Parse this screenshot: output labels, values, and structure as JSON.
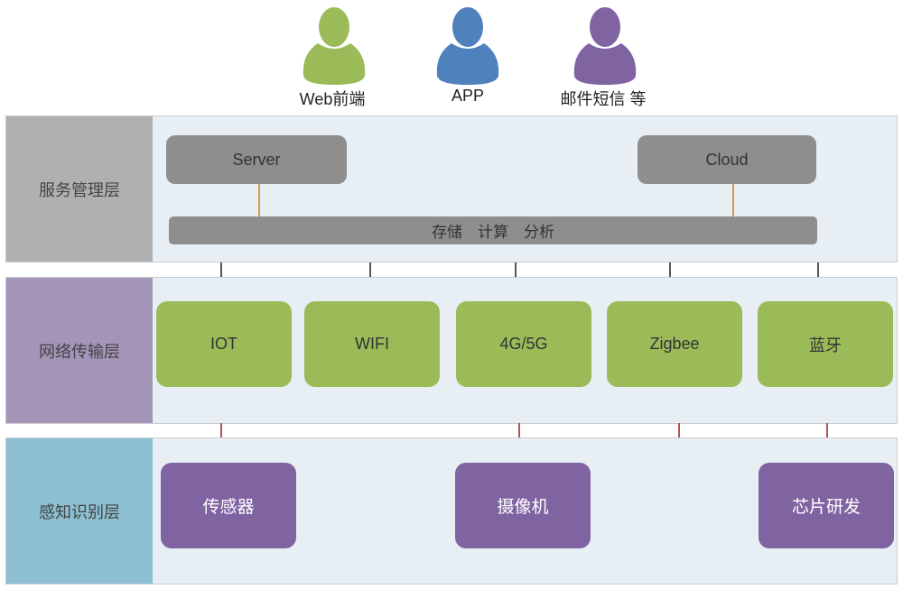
{
  "users": [
    {
      "label": "Web前端",
      "color": "#9bbb59"
    },
    {
      "label": "APP",
      "color": "#4f81bd"
    },
    {
      "label": "邮件短信 等",
      "color": "#8064a2"
    }
  ],
  "layers": {
    "service": {
      "name": "服务管理层",
      "color": "#b0b0b0",
      "server": "Server",
      "cloud": "Cloud",
      "bar": "存储　计算　分析"
    },
    "network": {
      "name": "网络传输层",
      "color": "#a394b8",
      "items": [
        "IOT",
        "WIFI",
        "4G/5G",
        "Zigbee",
        "蓝牙"
      ]
    },
    "perception": {
      "name": "感知识别层",
      "color": "#8bbfd1",
      "items": [
        "传感器",
        "摄像机",
        "芯片研发"
      ]
    }
  }
}
